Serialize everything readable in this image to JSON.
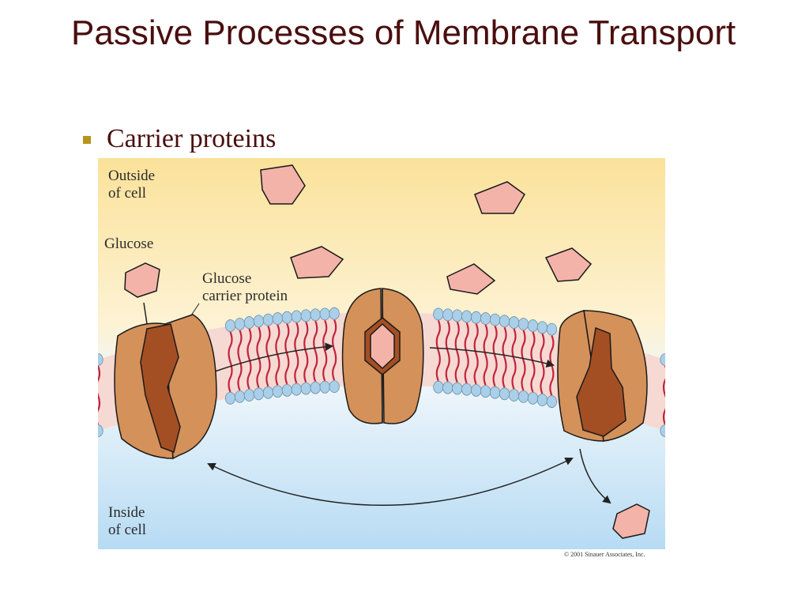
{
  "slide": {
    "title": "Passive Processes of Membrane Transport",
    "bullet": "Carrier proteins"
  },
  "diagram": {
    "labels": {
      "outside": "Outside\nof cell",
      "glucose": "Glucose",
      "carrier": "Glucose\ncarrier protein",
      "inside": "Inside\nof cell"
    },
    "copyright": "© 2001 Sinauer Associates, Inc."
  },
  "colors": {
    "title": "#4a0e0e",
    "bullet": "#b5951a",
    "outside_bg": "#fbe29a",
    "inside_bg": "#c6e3f6",
    "glucose": "#f4b3a9",
    "protein": "#d4915a",
    "protein_dark": "#a44f23",
    "lipid_head": "#a9cfe9",
    "lipid_tail": "#c0243c"
  }
}
